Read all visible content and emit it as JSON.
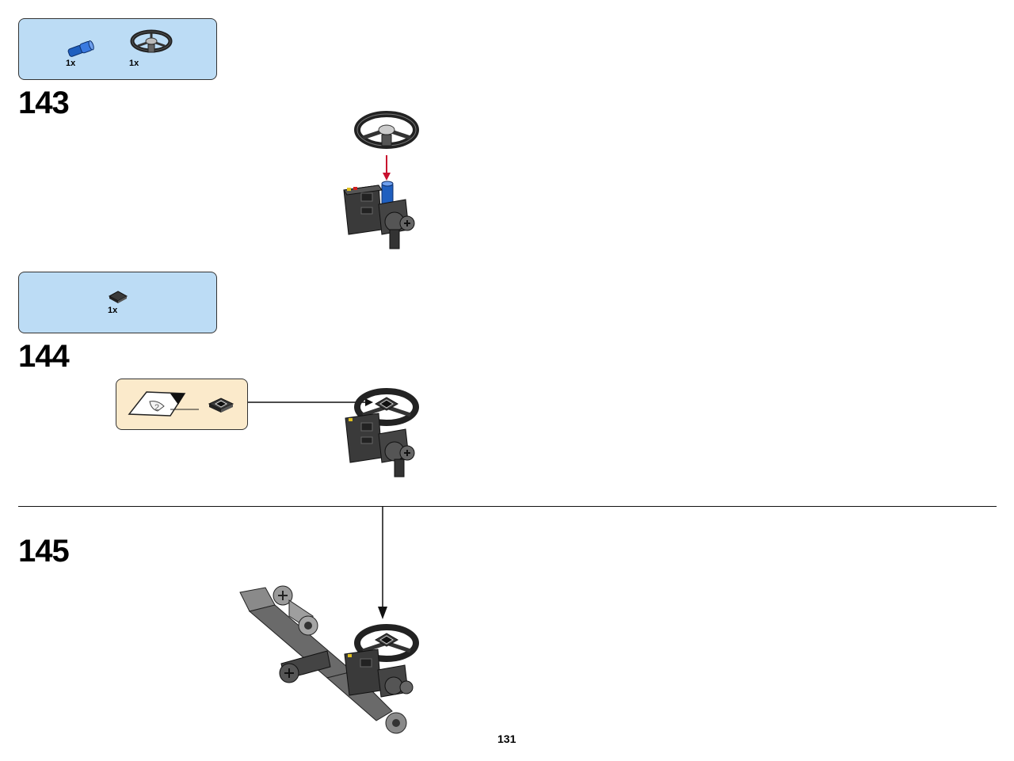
{
  "steps": [
    {
      "number": "143",
      "parts": [
        {
          "icon": "blue-axle-pin-icon",
          "qty": "1x"
        },
        {
          "icon": "steering-wheel-icon",
          "qty": "1x"
        }
      ]
    },
    {
      "number": "144",
      "parts": [
        {
          "icon": "dark-tile-icon",
          "qty": "1x"
        }
      ],
      "sticker": {
        "sheet_label": "2"
      }
    },
    {
      "number": "145"
    }
  ],
  "page_number": "131",
  "colors": {
    "parts_box_bg": "#bcdcf5",
    "sticker_box_bg": "#fbeacb",
    "arrow_red": "#c8102e",
    "part_blue": "#1f5fbf",
    "part_dark": "#3a3a3a"
  }
}
